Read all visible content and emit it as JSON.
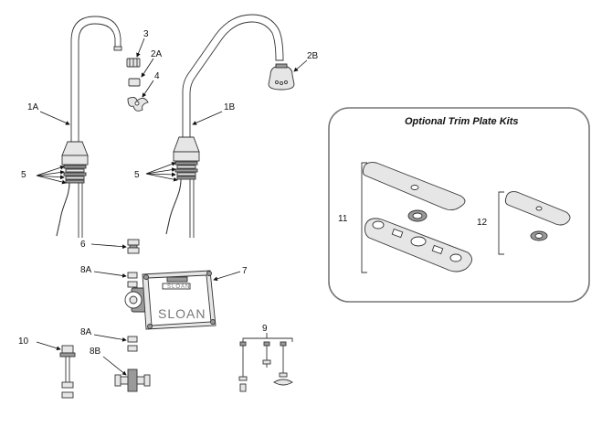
{
  "diagram": {
    "brand": "SLOAN",
    "trim_kits_title": "Optional Trim Plate Kits",
    "labels": {
      "p1A": "1A",
      "p1B": "1B",
      "p2A": "2A",
      "p2B": "2B",
      "p3": "3",
      "p4": "4",
      "p5_left": "5",
      "p5_right": "5",
      "p6": "6",
      "p7": "7",
      "p8A_top": "8A",
      "p8A_bottom": "8A",
      "p8B": "8B",
      "p9": "9",
      "p10": "10",
      "p11": "11",
      "p12": "12"
    }
  }
}
